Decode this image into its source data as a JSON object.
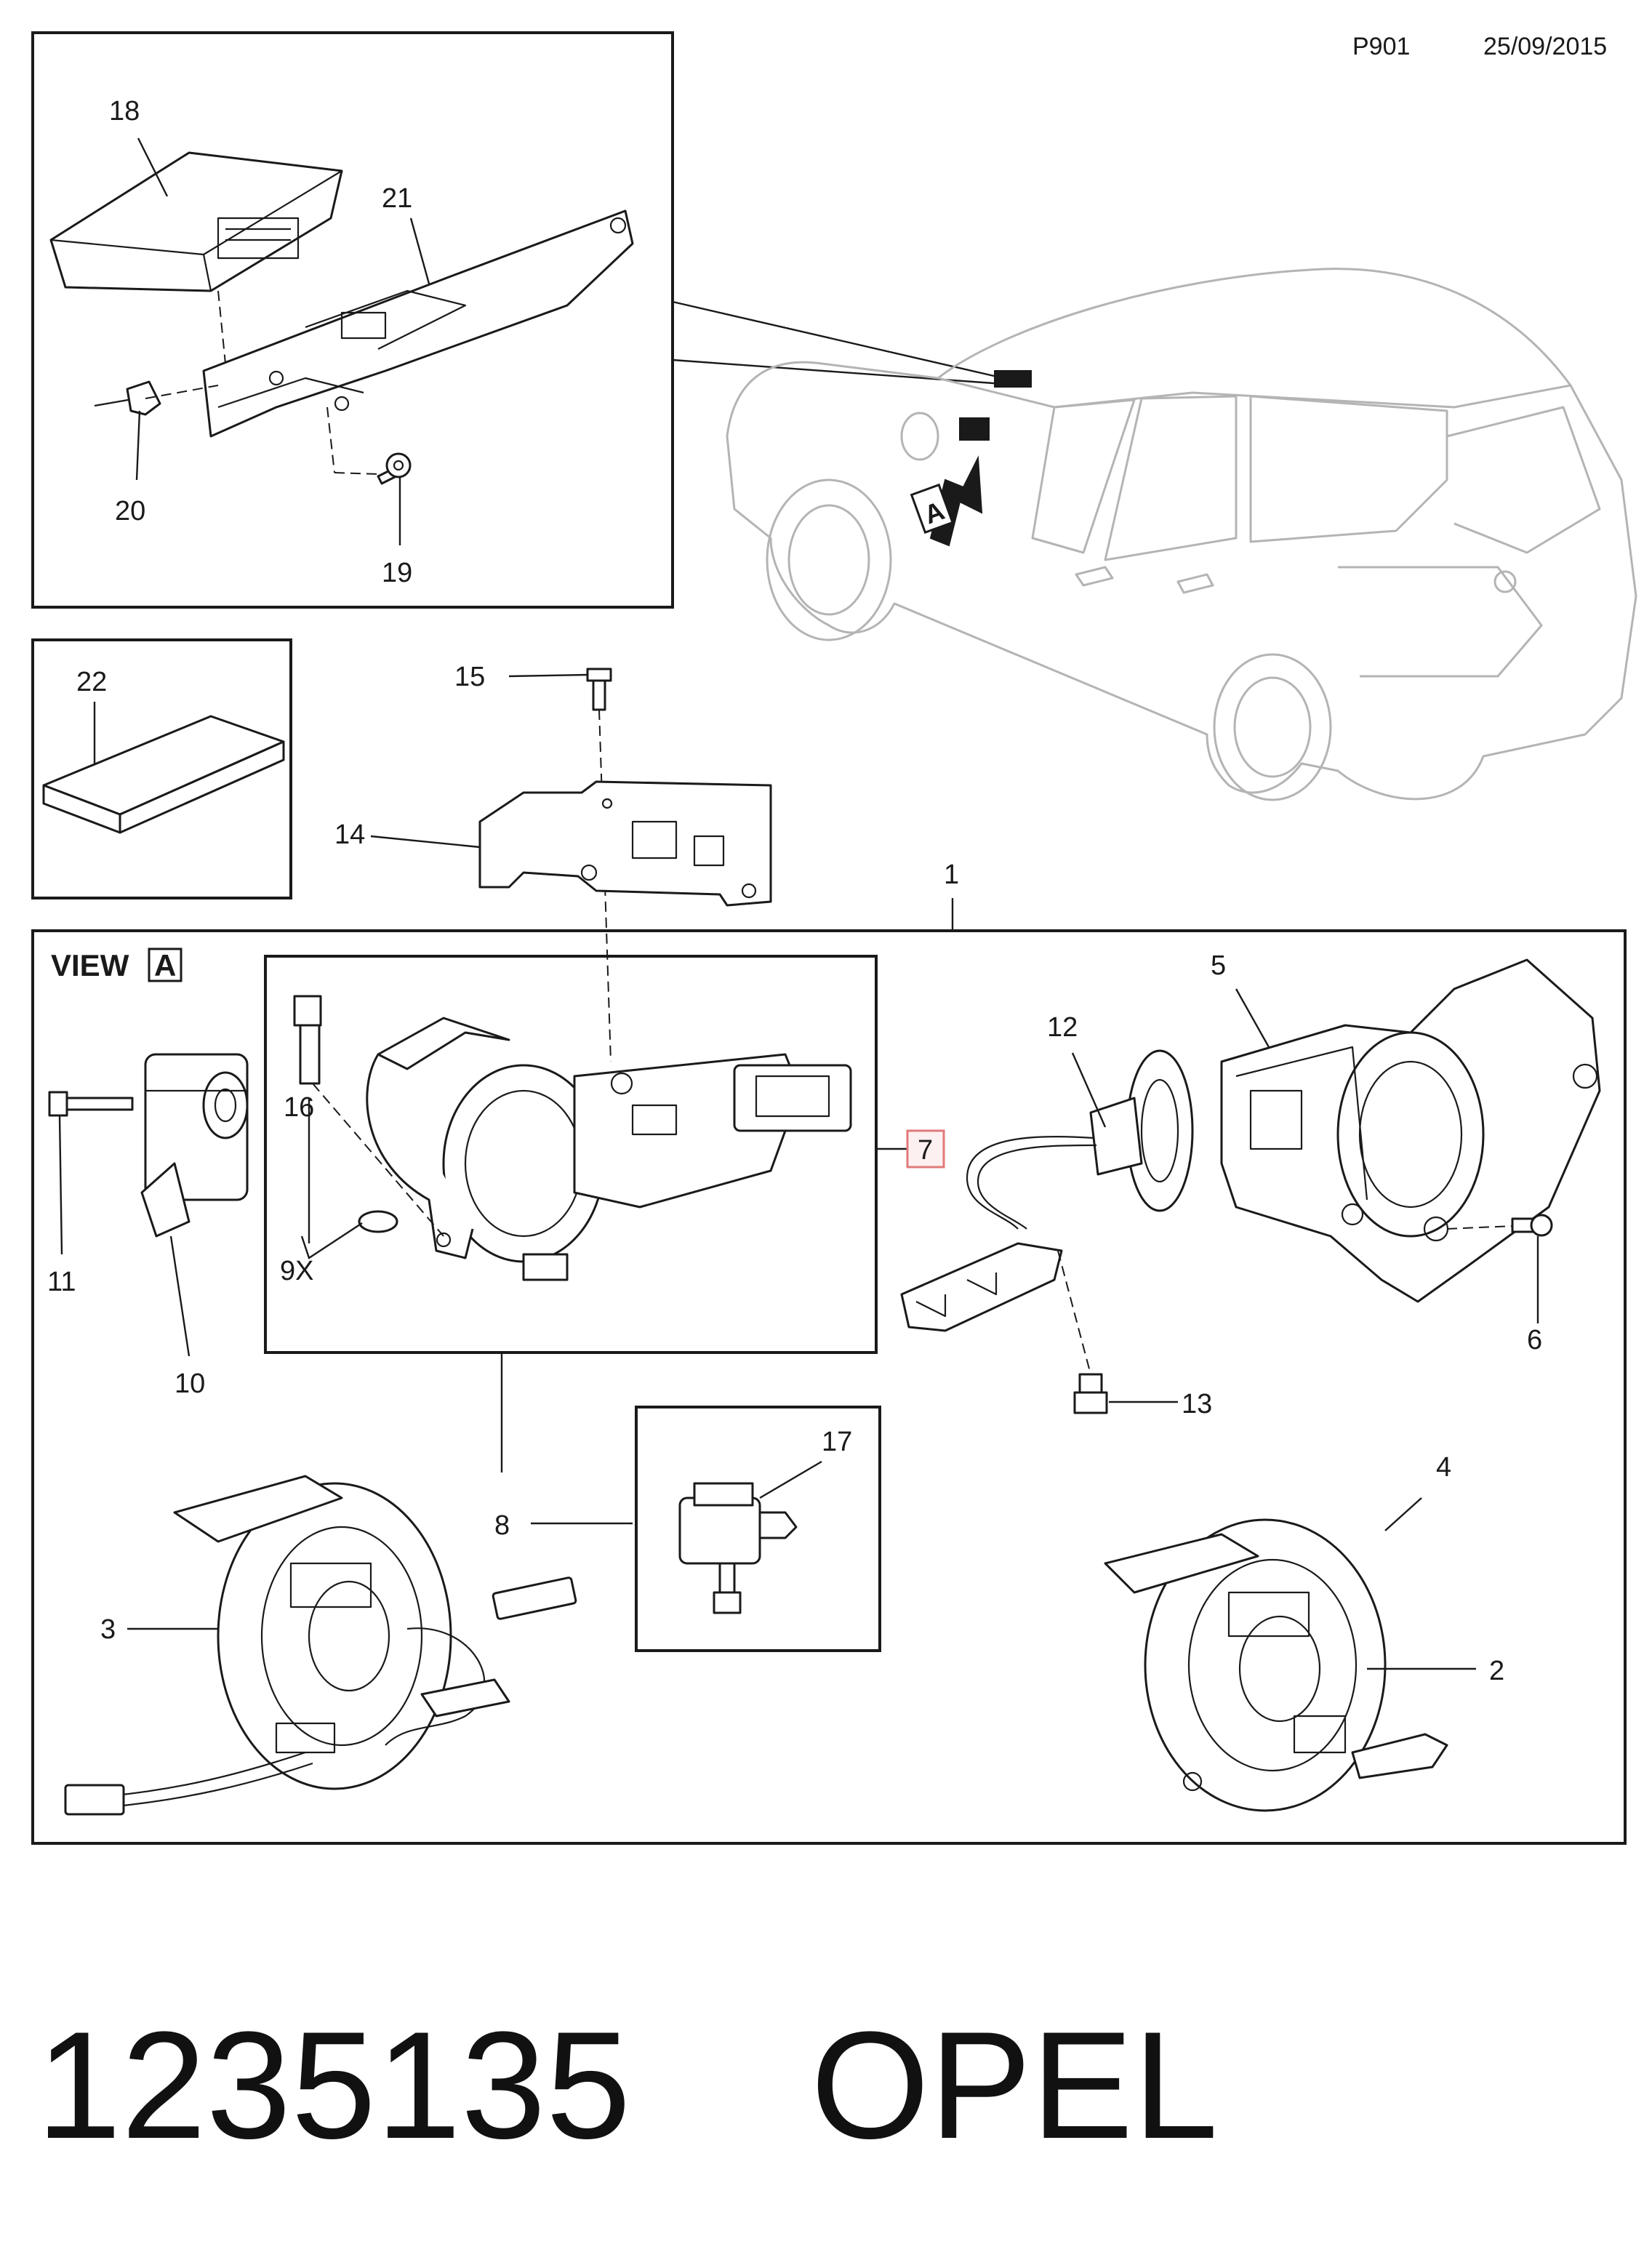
{
  "header": {
    "page_code": "P901",
    "date": "25/09/2015"
  },
  "view_marker": {
    "prefix": "VIEW",
    "letter": "A"
  },
  "callouts": {
    "n1": "1",
    "n2": "2",
    "n3": "3",
    "n4": "4",
    "n5": "5",
    "n6": "6",
    "n7": "7",
    "n8": "8",
    "n9x": "9X",
    "n10": "10",
    "n11": "11",
    "n12": "12",
    "n13": "13",
    "n14": "14",
    "n15": "15",
    "n16": "16",
    "n17": "17",
    "n18": "18",
    "n19": "19",
    "n20": "20",
    "n21": "21",
    "n22": "22"
  },
  "footer": {
    "part_number": "1235135",
    "brand": "OPEL"
  },
  "colors": {
    "line": "#1a1a1a",
    "car_outline": "#b4b4b4",
    "highlight_box": "#e07a7a"
  }
}
